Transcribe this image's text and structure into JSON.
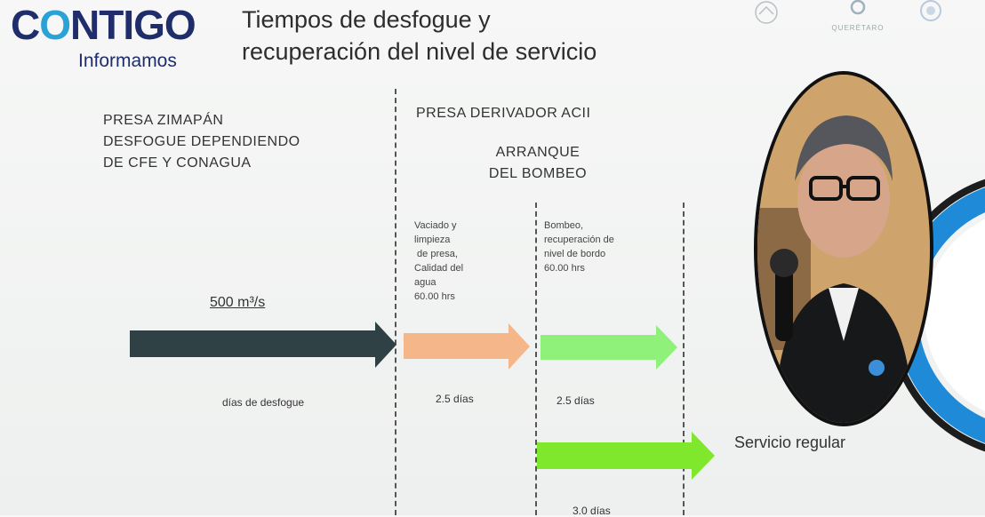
{
  "logo": {
    "main_a": "C",
    "main_b": "O",
    "main_c": "NTIGO",
    "sub": "Informamos"
  },
  "title": {
    "line1": "Tiempos de desfogue y",
    "line2": "recuperación del nivel de servicio"
  },
  "top_logos": [
    {
      "text": "QUERÉTARO"
    }
  ],
  "sections": {
    "zimapan": {
      "line1": "PRESA ZIMAPÁN",
      "line2": "DESFOGUE  DEPENDIENDO",
      "line3": "DE CFE Y CONAGUA"
    },
    "derivador": {
      "title": "PRESA DERIVADOR ACII",
      "sub1": "ARRANQUE",
      "sub2": "DEL BOMBEO"
    }
  },
  "notes": {
    "vaciado": [
      "Vaciado y",
      "limpieza",
      " de presa,",
      "Calidad del",
      "agua",
      "60.00 hrs"
    ],
    "bombeo": [
      "Bombeo,",
      "recuperación de",
      "nivel de bordo",
      "60.00 hrs"
    ]
  },
  "flow": {
    "rate": "500 m³/s",
    "dias_desfogue": "días de desfogue",
    "dias_1": "2.5 días",
    "dias_2": "2.5 días",
    "dias_3": "3.0 días",
    "servicio": "Servicio regular"
  },
  "colors": {
    "arrow_dark": "#2f4144",
    "arrow_orange": "#f5b68a",
    "arrow_green": "#8ff07a",
    "arrow_lime": "#7fe82c",
    "logo_blue": "#1f2d6b",
    "logo_cyan": "#2aa2d6",
    "ring_blue": "#1e8ad8"
  }
}
